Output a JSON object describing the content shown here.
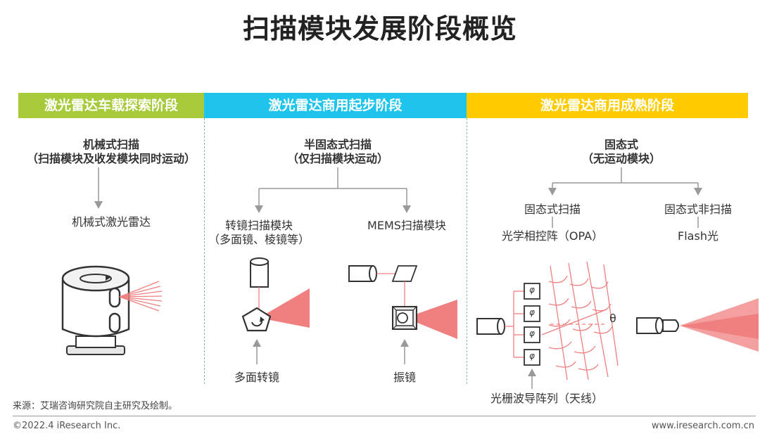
{
  "title": "扫描模块发展阶段概览",
  "stages": [
    {
      "label": "激光雷达车载探索阶段",
      "color": "#a6ca3a"
    },
    {
      "label": "激光雷达商用起步阶段",
      "color": "#1fc4ed"
    },
    {
      "label": "激光雷达商用成熟阶段",
      "color": "#ffcc00"
    }
  ],
  "col1": {
    "head_line1": "机械式扫描",
    "head_line2": "（扫描模块及收发模块同时运动）",
    "item": "机械式激光雷达"
  },
  "col2": {
    "head_line1": "半固态式扫描",
    "head_line2": "（仅扫描模块运动）",
    "left_line1": "转镜扫描模块",
    "left_line2": "（多面镜、棱镜等）",
    "right": "MEMS扫描模块",
    "left_caption": "多面转镜",
    "right_caption": "振镜"
  },
  "col3": {
    "head_line1": "固态式",
    "head_line2": "（无运动模块）",
    "left": "固态式扫描",
    "left_sub": "光学相控阵（OPA）",
    "right": "固态式非扫描",
    "right_sub": "Flash光",
    "phi": "φ",
    "theta": "θ",
    "caption": "光栅波导阵列（天线）"
  },
  "source": "来源：艾瑞咨询研究院自主研究及绘制。",
  "copyright": "©2022.4 iResearch Inc.",
  "website": "www.iresearch.com.cn",
  "colors": {
    "beam": "#f08080",
    "line": "#999999"
  }
}
